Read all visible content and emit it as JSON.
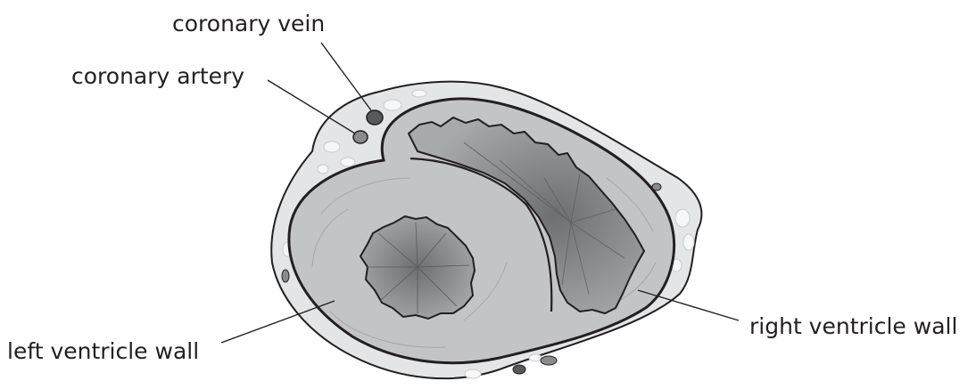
{
  "labels": {
    "coronary_vein": "coronary vein",
    "coronary_artery": "coronary artery",
    "left_ventricle_wall": "left ventricle wall",
    "right_ventricle_wall": "right ventricle wall"
  },
  "colors": {
    "outline": "#231f20",
    "fat": "#e4e5e7",
    "myocardium": "#c3c4c6",
    "cavity": "#8f9093",
    "cavity_center": "#6e6f72",
    "vein": "#58595b",
    "artery": "#8a8b8d"
  }
}
